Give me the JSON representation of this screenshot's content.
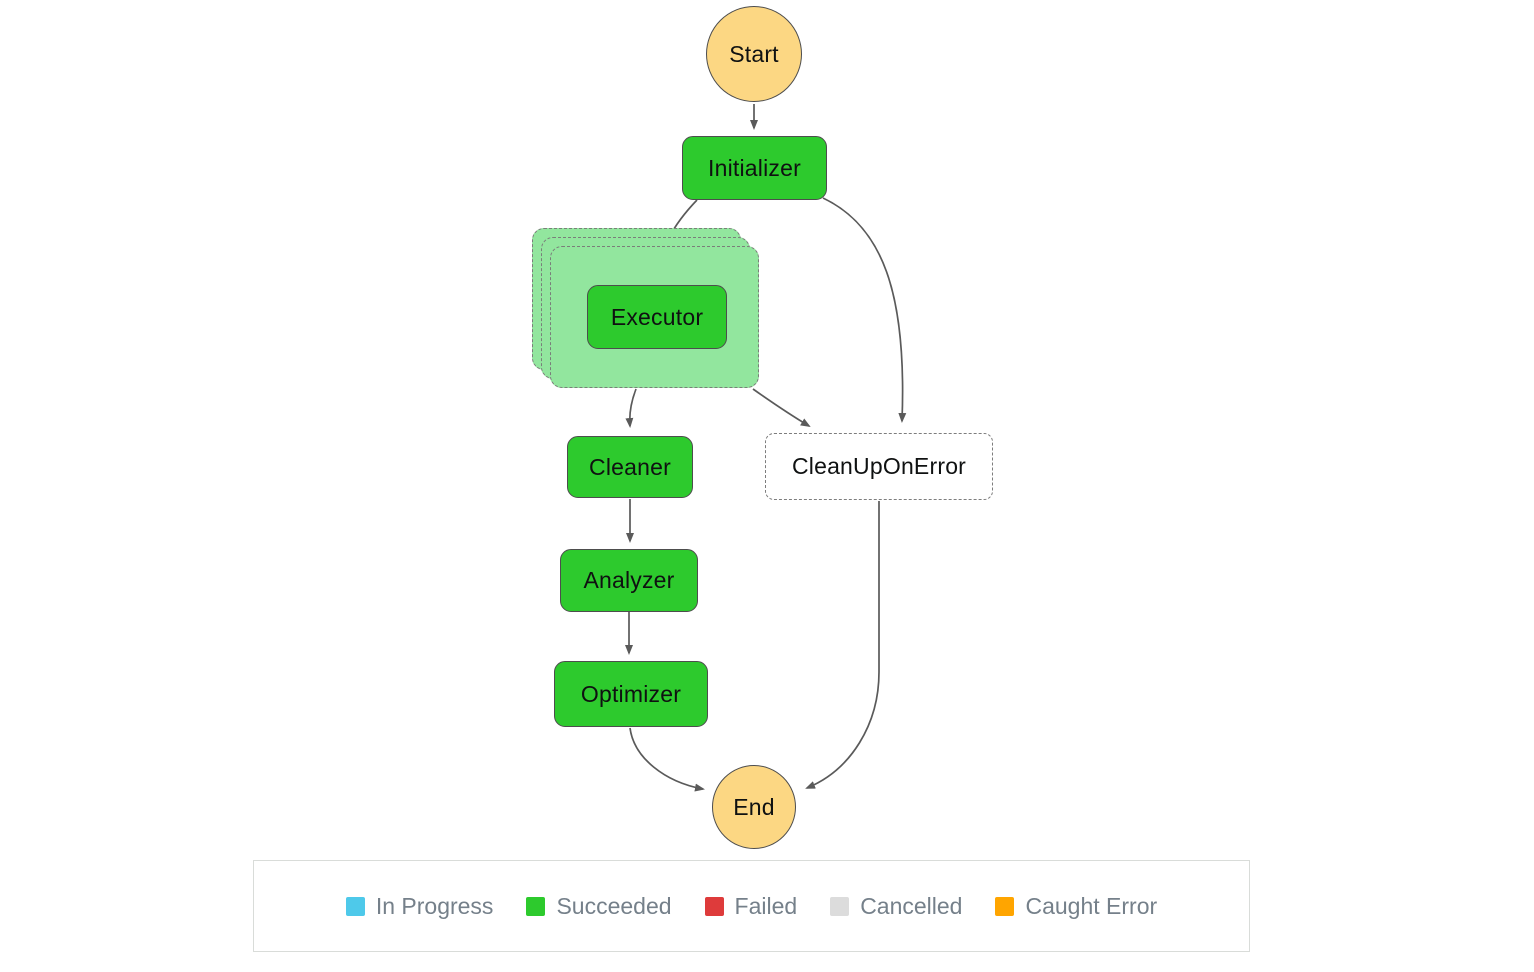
{
  "diagram": {
    "nodes": {
      "start": {
        "label": "Start",
        "type": "start"
      },
      "initializer": {
        "label": "Initializer",
        "status": "succeeded"
      },
      "executor": {
        "label": "Executor",
        "status": "succeeded",
        "container": "map-iterations"
      },
      "cleaner": {
        "label": "Cleaner",
        "status": "succeeded"
      },
      "cleanup_on_error": {
        "label": "CleanUpOnError",
        "status": "not-executed"
      },
      "analyzer": {
        "label": "Analyzer",
        "status": "succeeded"
      },
      "optimizer": {
        "label": "Optimizer",
        "status": "succeeded"
      },
      "end": {
        "label": "End",
        "type": "end"
      }
    },
    "edges": [
      {
        "from": "Start",
        "to": "Initializer"
      },
      {
        "from": "Initializer",
        "to": "Executor"
      },
      {
        "from": "Initializer",
        "to": "CleanUpOnError"
      },
      {
        "from": "Executor",
        "to": "Cleaner"
      },
      {
        "from": "Executor",
        "to": "CleanUpOnError"
      },
      {
        "from": "Cleaner",
        "to": "Analyzer"
      },
      {
        "from": "Analyzer",
        "to": "Optimizer"
      },
      {
        "from": "Optimizer",
        "to": "End"
      },
      {
        "from": "CleanUpOnError",
        "to": "End"
      }
    ]
  },
  "colors": {
    "succeeded": "#2dca2d",
    "map_iteration_bg": "#92e69e",
    "terminal_fill": "#fcd783",
    "edge": "#5a5a5a"
  },
  "legend": {
    "items": [
      {
        "label": "In Progress",
        "color": "#4ec9ea"
      },
      {
        "label": "Succeeded",
        "color": "#2dca2d"
      },
      {
        "label": "Failed",
        "color": "#de3b3b"
      },
      {
        "label": "Cancelled",
        "color": "#dcdcdc"
      },
      {
        "label": "Caught Error",
        "color": "#ffa500"
      }
    ]
  }
}
